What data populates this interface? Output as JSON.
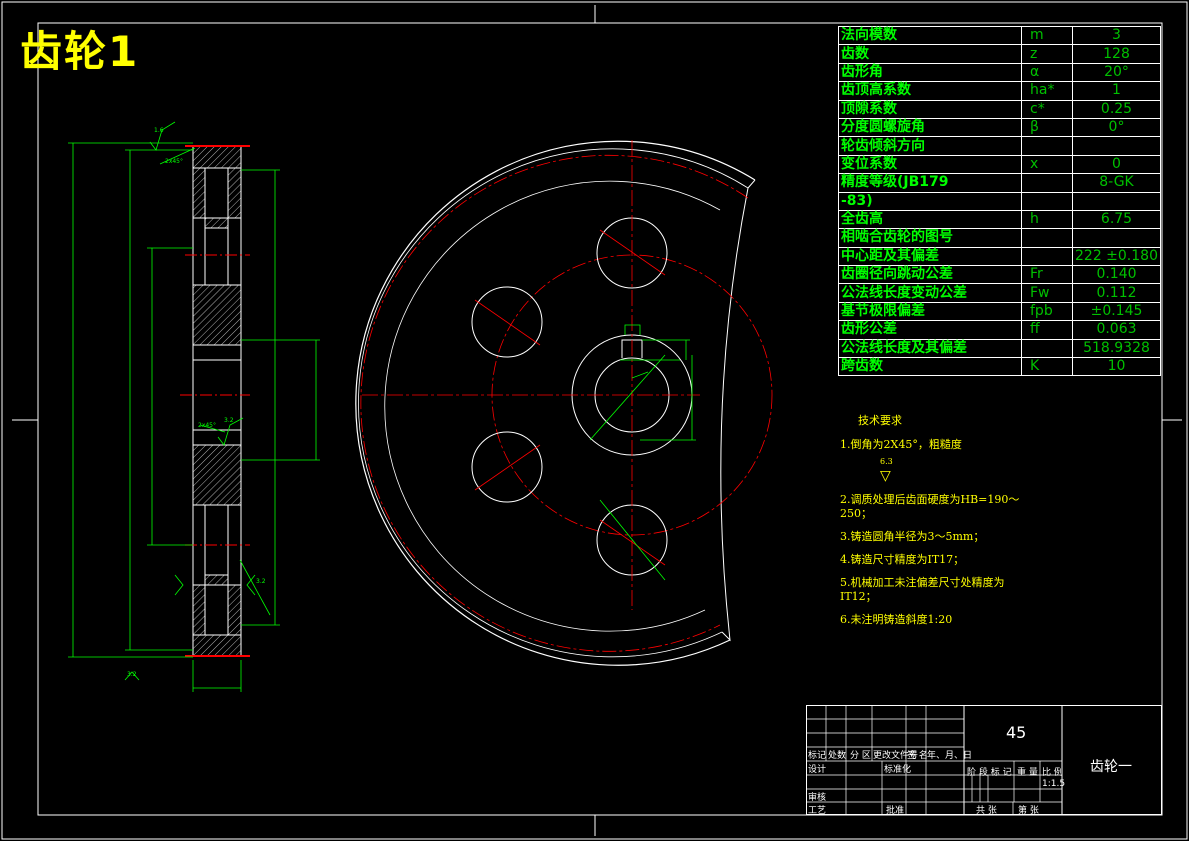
{
  "title": "齿轮1",
  "parameters": [
    {
      "name": "法向模数",
      "symbol": "m",
      "value": "3"
    },
    {
      "name": "齿数",
      "symbol": "z",
      "value": "128"
    },
    {
      "name": "齿形角",
      "symbol": "α",
      "value": "20°"
    },
    {
      "name": "齿顶高系数",
      "symbol": "ha*",
      "value": "1"
    },
    {
      "name": "顶隙系数",
      "symbol": "c*",
      "value": "0.25"
    },
    {
      "name": "分度圆螺旋角",
      "symbol": "β",
      "value": "0°"
    },
    {
      "name": "轮齿倾斜方向",
      "symbol": "",
      "value": ""
    },
    {
      "name": "变位系数",
      "symbol": "x",
      "value": "0"
    },
    {
      "name": "精度等级(JB179",
      "symbol": "",
      "value": "8-GK"
    },
    {
      "name": "-83)",
      "symbol": "",
      "value": ""
    },
    {
      "name": "全齿高",
      "symbol": "h",
      "value": "6.75"
    },
    {
      "name": "相啮合齿轮的图号",
      "symbol": "",
      "value": ""
    },
    {
      "name": "中心距及其偏差",
      "symbol": "",
      "value": "222 ±0.180"
    },
    {
      "name": "齿圈径向跳动公差",
      "symbol": "Fr",
      "value": "0.140"
    },
    {
      "name": "公法线长度变动公差",
      "symbol": "Fw",
      "value": "0.112"
    },
    {
      "name": "基节极限偏差",
      "symbol": "fpb",
      "value": "±0.145"
    },
    {
      "name": "齿形公差",
      "symbol": "ff",
      "value": "0.063"
    },
    {
      "name": "公法线长度及其偏差",
      "symbol": "",
      "value": "518.9328"
    },
    {
      "name": "跨齿数",
      "symbol": "K",
      "value": "10"
    }
  ],
  "technical_requirements": {
    "heading": "技术要求",
    "items": [
      "1.倒角为2X45°，粗糙度",
      "2.调质处理后齿面硬度为HB=190～250；",
      "3.铸造圆角半径为3～5mm；",
      "4.铸造尺寸精度为IT17；",
      "5.机械加工未注偏差尺寸处精度为IT12；",
      "6.未注明铸造斜度1:20"
    ],
    "roughness": "6.3"
  },
  "title_block": {
    "material": "45",
    "part_name": "齿轮一",
    "scale": "1:1.5",
    "row_labels": [
      "标记",
      "处数",
      "分 区",
      "更改文件号",
      "签 名",
      "年、月、日"
    ],
    "design": "设计",
    "standardize": "标准化",
    "review": "审核",
    "process": "工艺",
    "approve": "批准",
    "stage_mark": "阶 段 标 记",
    "weight": "重 量",
    "ratio": "比 例",
    "sheets_total": "共  张",
    "sheet_no": "第  张"
  },
  "section_view": {
    "chamfer_label": "2x45°",
    "roughness_labels": [
      "1.6",
      "3.2",
      "3.2",
      "3.2"
    ]
  },
  "colors": {
    "frame": "#ffffff",
    "dimension": "#00ff00",
    "centerline": "#ff0000",
    "hatch": "#ffffff",
    "title": "#ffff00"
  }
}
